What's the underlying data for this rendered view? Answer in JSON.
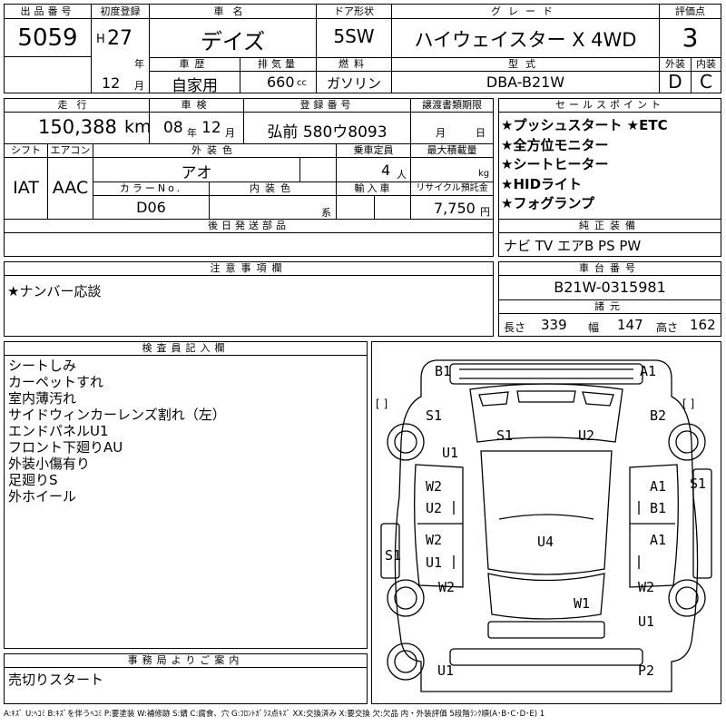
{
  "header": {
    "lot_label": "出品番号",
    "lot_value": "5059",
    "first_reg_label": "初度登録",
    "era": "H",
    "year": "27",
    "year_unit": "年",
    "month": "12",
    "month_unit": "月",
    "car_name_label": "車名",
    "car_name": "デイズ",
    "door_label": "ドア形状",
    "door": "5SW",
    "grade_label": "グレード",
    "grade": "ハイウェイスター X 4WD",
    "score_label": "評価点",
    "score": "3",
    "history_label": "車歴",
    "history": "自家用",
    "displacement_label": "排気量",
    "displacement": "660",
    "displacement_unit": "cc",
    "fuel_label": "燃料",
    "fuel": "ガソリン",
    "model_label": "型式",
    "model": "DBA-B21W",
    "ext_label": "外装",
    "ext_grade": "D",
    "int_label": "内装",
    "int_grade": "C"
  },
  "mid": {
    "mileage_label": "走行",
    "mileage": "150,388",
    "mileage_unit": "km",
    "inspection_label": "車検",
    "insp_year": "08",
    "insp_year_unit": "年",
    "insp_month": "12",
    "insp_month_unit": "月",
    "reg_no_label": "登録番号",
    "reg_no": "弘前 580ウ8093",
    "transfer_label": "譲渡書類期限",
    "transfer_month_unit": "月",
    "transfer_day_unit": "日",
    "shift_label": "シフト",
    "shift": "IAT",
    "ac_label": "エアコン",
    "ac": "AAC",
    "color_label": "外装色",
    "color": "アオ",
    "capacity_label": "乗車定員",
    "capacity": "4",
    "capacity_unit": "人",
    "max_load_label": "最大積載量",
    "max_load_unit": "kg",
    "color_no_label": "カラーNo.",
    "color_no": "D06",
    "int_color_label": "内装色",
    "int_color_unit": "系",
    "import_label": "輸入車",
    "recycle_label": "リサイクル預託金",
    "recycle": "7,750",
    "recycle_unit": "円",
    "later_parts_label": "後日発送部品"
  },
  "sales_points": {
    "label": "セールスポイント",
    "items": [
      "★プッシュスタート ★ETC",
      "★全方位モニター",
      "★シートヒーター",
      "★HIDライト",
      "★フォグランプ"
    ]
  },
  "equipment": {
    "label": "純正装備",
    "value": "ナビ TV エアB PS PW"
  },
  "notes": {
    "label": "注意事項欄",
    "value": "★ナンバー応談"
  },
  "chassis": {
    "label": "車台番号",
    "value": "B21W-0315981"
  },
  "dims": {
    "label": "諸元",
    "length_label": "長さ",
    "length": "339",
    "width_label": "幅",
    "width": "147",
    "height_label": "高さ",
    "height": "162"
  },
  "inspector": {
    "label": "検査員記入欄",
    "lines": [
      "シートしみ",
      "カーペットすれ",
      "室内薄汚れ",
      "サイドウィンカーレンズ割れ（左）",
      "エンドパネルU1",
      "フロント下廻りAU",
      "外装小傷有り",
      "足廻りS",
      "外ホイール"
    ]
  },
  "office": {
    "label": "事務局よりご案内",
    "value": "売切りスタート"
  },
  "diagram": {
    "codes": [
      "B1",
      "A1",
      "S1",
      "B2",
      "S1",
      "U2",
      "U1",
      "W2",
      "A1",
      "U2",
      "B1",
      "S1",
      "W2",
      "U4",
      "A1",
      "S1",
      "U1",
      "W2",
      "W2",
      "W1",
      "U1",
      "U1",
      "P2"
    ],
    "bracket_left": "[    ]",
    "bracket_right": "[    ]"
  },
  "legend": "A:ｷｽﾞ U:ﾍｺﾐ B:ｷｽﾞを伴うﾍｺﾐ P:要塗装 W:補修跡 S:錆 C:腐食、穴 G:ﾌﾛﾝﾄｶﾞﾗｽ点ｷｽﾞ XX:交換済み X:要交換 欠:欠品 内・外装評価 5段階ﾗﾝｸ順(A･B･C･D･E) 1"
}
